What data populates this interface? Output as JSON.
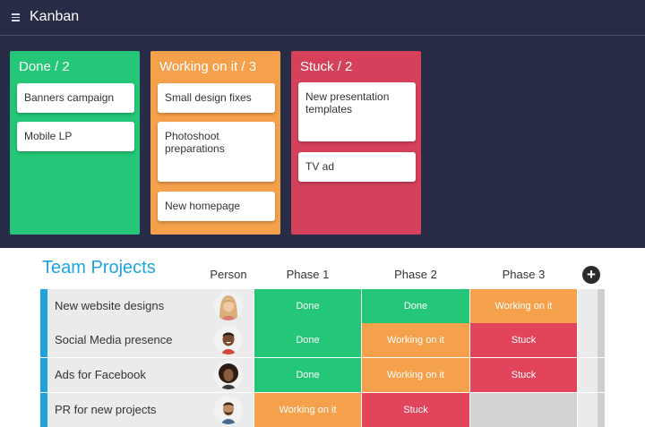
{
  "app": {
    "title": "Kanban",
    "menu_icon": "hamburger-icon"
  },
  "kanban": {
    "columns": [
      {
        "title": "Done / 2",
        "color": "#24c677",
        "cards": [
          "Banners campaign",
          "Mobile LP"
        ]
      },
      {
        "title": "Working on it / 3",
        "color": "#f5a14b",
        "cards": [
          "Small design fixes",
          "Photoshoot preparations",
          "New homepage"
        ]
      },
      {
        "title": "Stuck / 2",
        "color": "#d5405a",
        "cards": [
          "New presentation templates",
          "TV ad"
        ]
      }
    ]
  },
  "board": {
    "title": "Team Projects",
    "accent_color": "#1fa3e0",
    "columns": [
      "Person",
      "Phase 1",
      "Phase 2",
      "Phase 3"
    ],
    "add_icon": "plus-icon",
    "rows": [
      {
        "name": "New website designs",
        "person_icon": "avatar-woman-blonde",
        "phases": [
          "Done",
          "Done",
          "Working on it"
        ]
      },
      {
        "name": "Social Media presence",
        "person_icon": "avatar-man-smiling",
        "phases": [
          "Done",
          "Working on it",
          "Stuck"
        ]
      },
      {
        "name": "Ads for Facebook",
        "person_icon": "avatar-woman-curly",
        "phases": [
          "Done",
          "Working on it",
          "Stuck"
        ]
      },
      {
        "name": "PR for new projects",
        "person_icon": "avatar-man-beard",
        "phases": [
          "Working on it",
          "Stuck",
          ""
        ]
      }
    ]
  },
  "status_colors": {
    "Done": "#24c677",
    "Working on it": "#f5a14b",
    "Stuck": "#e2445c",
    "empty": "#d3d3d3"
  }
}
